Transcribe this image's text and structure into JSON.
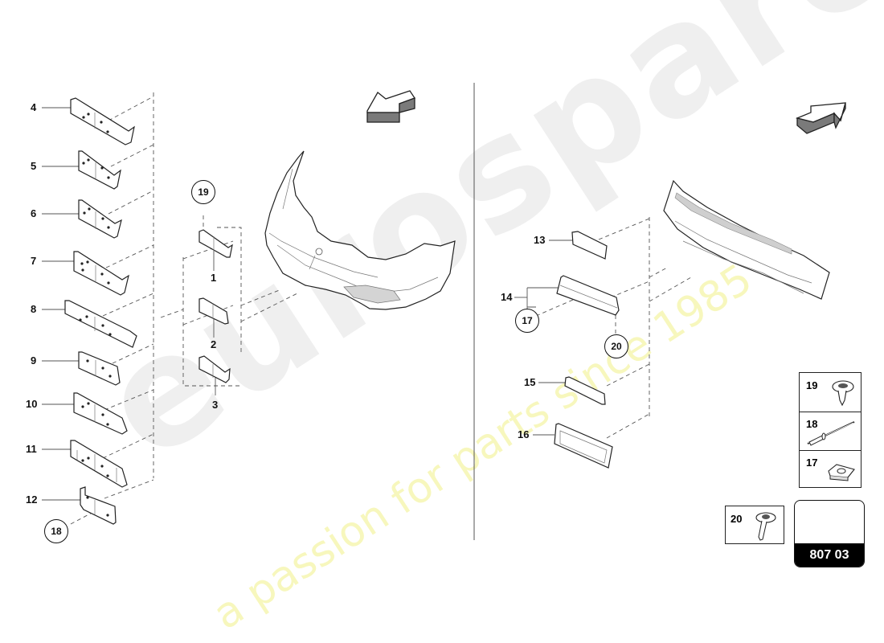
{
  "diagram": {
    "title_code": "807 03",
    "watermark": {
      "brand": "eurospares",
      "slogan": "a passion for parts since 1985",
      "brand_color": "#ececec",
      "slogan_color": "#f6f6b4"
    },
    "left_parts": [
      {
        "id": "4",
        "label": "4"
      },
      {
        "id": "5",
        "label": "5"
      },
      {
        "id": "6",
        "label": "6"
      },
      {
        "id": "7",
        "label": "7"
      },
      {
        "id": "8",
        "label": "8"
      },
      {
        "id": "9",
        "label": "9"
      },
      {
        "id": "10",
        "label": "10"
      },
      {
        "id": "11",
        "label": "11"
      },
      {
        "id": "12",
        "label": "12"
      }
    ],
    "center_parts": [
      {
        "id": "1",
        "label": "1"
      },
      {
        "id": "2",
        "label": "2"
      },
      {
        "id": "3",
        "label": "3"
      }
    ],
    "right_parts": [
      {
        "id": "13",
        "label": "13"
      },
      {
        "id": "14",
        "label": "14"
      },
      {
        "id": "15",
        "label": "15"
      },
      {
        "id": "16",
        "label": "16"
      }
    ],
    "circled_refs": [
      {
        "id": "19",
        "label": "19"
      },
      {
        "id": "18",
        "label": "18"
      },
      {
        "id": "17",
        "label": "17"
      },
      {
        "id": "20",
        "label": "20"
      }
    ],
    "fastener_legend": [
      {
        "id": "19",
        "label": "19",
        "icon": "screw-clip-icon"
      },
      {
        "id": "18",
        "label": "18",
        "icon": "rivet-icon"
      },
      {
        "id": "17",
        "label": "17",
        "icon": "cage-nut-icon"
      }
    ],
    "fastener_single": {
      "id": "20",
      "label": "20",
      "icon": "flange-screw-icon"
    },
    "views": {
      "left": {
        "name": "front-bumper",
        "arrow": "arrow-front-view-icon"
      },
      "right": {
        "name": "rear-bumper",
        "arrow": "arrow-rear-view-icon"
      }
    }
  }
}
